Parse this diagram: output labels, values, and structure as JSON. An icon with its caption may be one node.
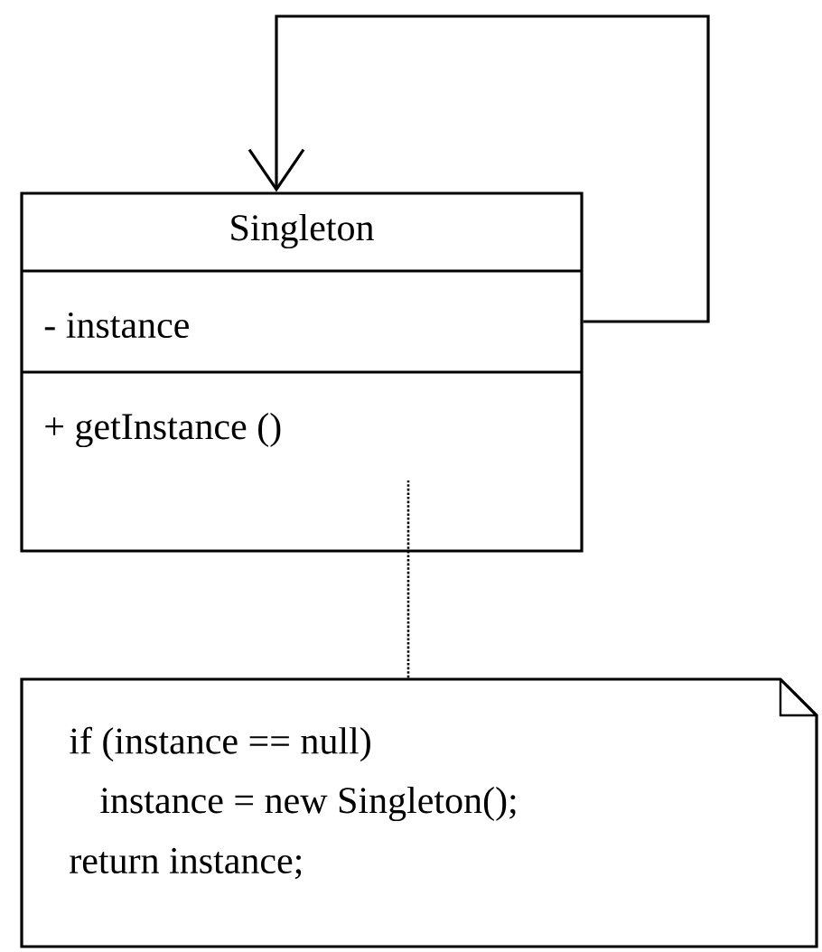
{
  "diagram": {
    "nodes": [
      {
        "text": [
          "Singleton",
          "- instance",
          "+ getInstance ()"
        ]
      },
      {
        "text": [
          "if (instance == null)",
          "instance = new Singleton();",
          "return instance;"
        ]
      }
    ],
    "edges": [
      {
        "from": 0,
        "to": 0,
        "arrow": "to"
      },
      {
        "from": 1,
        "to": 0,
        "arrow": "none",
        "style": "dashed"
      }
    ]
  }
}
